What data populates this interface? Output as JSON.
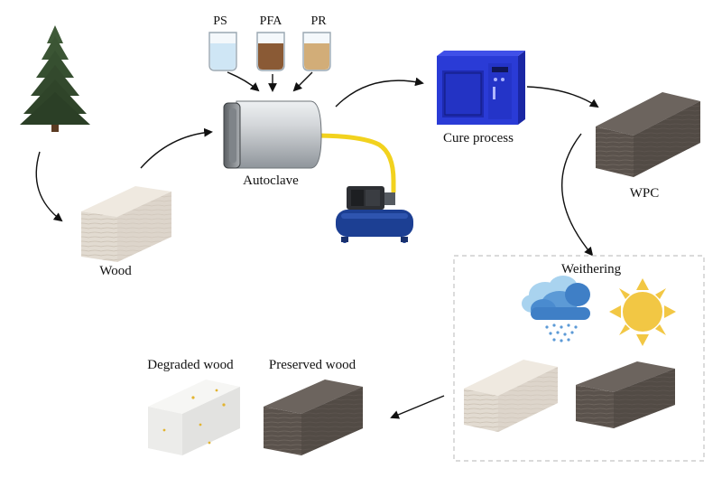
{
  "labels": {
    "ps": "PS",
    "pfa": "PFA",
    "pr": "PR",
    "autoclave": "Autoclave",
    "cure_process": "Cure process",
    "wpc": "WPC",
    "wood": "Wood",
    "weathering": "Weithering",
    "degraded_wood": "Degraded wood",
    "preserved_wood": "Preserved wood"
  },
  "icons": {
    "tree": "pine-tree-icon",
    "beaker": "beaker-icon",
    "autoclave": "autoclave-cylinder-icon",
    "oven": "curing-oven-icon",
    "compressor": "air-compressor-icon",
    "rain_cloud": "rain-cloud-icon",
    "sun": "sun-icon"
  },
  "colors": {
    "ps_liquid": "#cfe6f5",
    "pfa_liquid": "#8a5a35",
    "pr_liquid": "#d2ad78",
    "oven_blue": "#2a3bd6",
    "compressor_blue": "#1c3f93",
    "hose_yellow": "#f2d21e",
    "sun_yellow": "#f2c744",
    "natural_wood": "#e2dbd1",
    "treated_wood": "#5a524c",
    "degraded_wood": "#ececea"
  }
}
